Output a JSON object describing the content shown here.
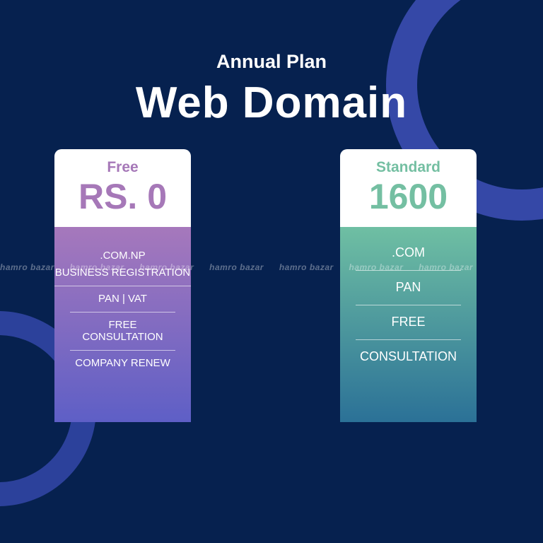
{
  "header": {
    "subtitle": "Annual Plan",
    "title": "Web Domain"
  },
  "plans": [
    {
      "tier": "Free",
      "price": "RS. 0",
      "features": [
        ".COM.NP",
        "BUSINESS REGISTRATION",
        "PAN | VAT",
        "FREE CONSULTATION",
        "COMPANY RENEW"
      ]
    },
    {
      "tier": "Standard",
      "price": "1600",
      "features": [
        ".COM",
        "PAN",
        "FREE",
        "CONSULTATION"
      ]
    }
  ],
  "watermark": "hamro bazar",
  "colors": {
    "background": "#06214f",
    "free_accent": "#a678b8",
    "standard_accent": "#74bfa2"
  }
}
